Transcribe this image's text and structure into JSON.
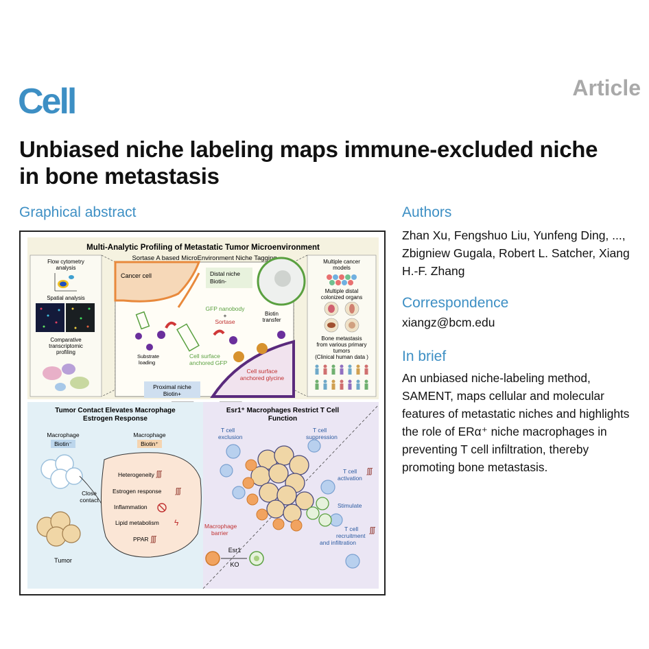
{
  "journal": "Cell",
  "article_type": "Article",
  "title": "Unbiased niche labeling maps immune-excluded niche in bone metastasis",
  "sections": {
    "graphical_abstract": "Graphical abstract",
    "authors": "Authors",
    "correspondence": "Correspondence",
    "in_brief": "In brief"
  },
  "authors_text": "Zhan Xu, Fengshuo Liu, Yunfeng Ding, ..., Zbigniew Gugala, Robert L. Satcher, Xiang H.-F. Zhang",
  "correspondence_email": "xiangz@bcm.edu",
  "in_brief_text": "An unbiased niche-labeling method, SAMENT, maps cellular and molecular features of metastatic niches and highlights the role of ERα⁺ niche macrophages in preventing T cell infiltration, thereby promoting bone metastasis.",
  "abstract": {
    "top_title": "Multi-Analytic Profiling of Metastatic Tumor Microenvironment",
    "sament": "Sortase A based MicroEnvironment Niche Tagging",
    "flow": [
      "Flow cytometry",
      "analysis"
    ],
    "spatial": "Spatial analysis",
    "comparative": [
      "Comparative",
      "transcriptomic",
      "profiling"
    ],
    "cancer_cell": "Cancer cell",
    "distal": [
      "Distal niche",
      "Biotin-"
    ],
    "gfp_nb": "GFP nanobody",
    "plus": "+",
    "sortase": "Sortase",
    "biotin_transfer": [
      "Biotin",
      "transfer"
    ],
    "substrate": [
      "Substrate",
      "loading"
    ],
    "anchored_gfp": [
      "Cell surface",
      "anchored GFP"
    ],
    "anchored_gly": [
      "Cell surface",
      "anchored glycine"
    ],
    "proximal": [
      "Proximal niche",
      "Biotin+"
    ],
    "multiple_models": [
      "Multiple cancer",
      "models"
    ],
    "multiple_distal": [
      "Multiple distal",
      "colonized organs"
    ],
    "bone_met": [
      "Bone metastasis",
      "from various primary",
      "tumors",
      "(Clinical human data )"
    ],
    "left_title": [
      "Tumor Contact Elevates Macrophage",
      "Estrogen Response"
    ],
    "right_title": [
      "Esr1⁺ Macrophages Restrict T Cell",
      "Function"
    ],
    "mac_neg": [
      "Macrophage",
      "Biotin⁻"
    ],
    "mac_pos": [
      "Macrophage",
      "Biotin⁺"
    ],
    "close_contact": [
      "Close",
      "contact"
    ],
    "tumor": "Tumor",
    "pathways": [
      "Heterogeneity",
      "Estrogen response",
      "Inflammation",
      "Lipid metabolism",
      "PPAR"
    ],
    "t_excl": [
      "T cell",
      "exclusion"
    ],
    "t_supp": [
      "T cell",
      "suppression"
    ],
    "t_act": [
      "T cell",
      "activation"
    ],
    "stimulate": "Stimulate",
    "t_recruit": [
      "T cell",
      "recruitment",
      "and infiltration"
    ],
    "mac_barrier": [
      "Macrophage",
      "barrier"
    ],
    "esr1": "Esr1",
    "ko": "KO"
  },
  "colors": {
    "brand_blue": "#3d8fc4",
    "article_gray": "#a9a9a9",
    "panel_cream": "#f5f2e0",
    "panel_blue": "#e3f0f6",
    "panel_lilac": "#ebe6f4",
    "tumor_orange": "#e8893c",
    "purple": "#6a2f9c",
    "green": "#5aa040"
  }
}
